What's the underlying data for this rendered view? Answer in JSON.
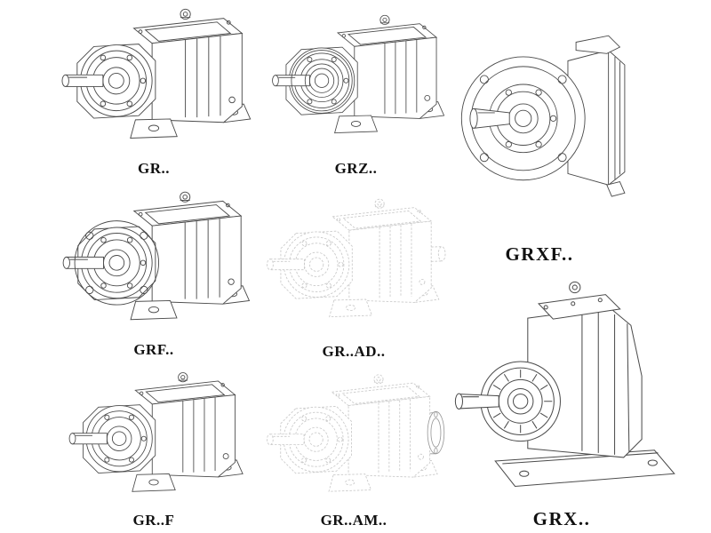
{
  "colors": {
    "line": "#4b4b4b",
    "phantom": "#c9c9c9",
    "phantom_accent": "#9a9a9a",
    "label": "#111111",
    "background": "#ffffff"
  },
  "cells": [
    {
      "id": "gr",
      "label": "GR.."
    },
    {
      "id": "grz",
      "label": "GRZ.."
    },
    {
      "id": "grxf",
      "label": "GRXF.."
    },
    {
      "id": "grf",
      "label": "GRF.."
    },
    {
      "id": "gr-ad",
      "label": "GR..AD.."
    },
    {
      "id": "grx",
      "label": "GRX.."
    },
    {
      "id": "gr-f",
      "label": "GR..F"
    },
    {
      "id": "gr-am",
      "label": "GR..AM.."
    }
  ]
}
